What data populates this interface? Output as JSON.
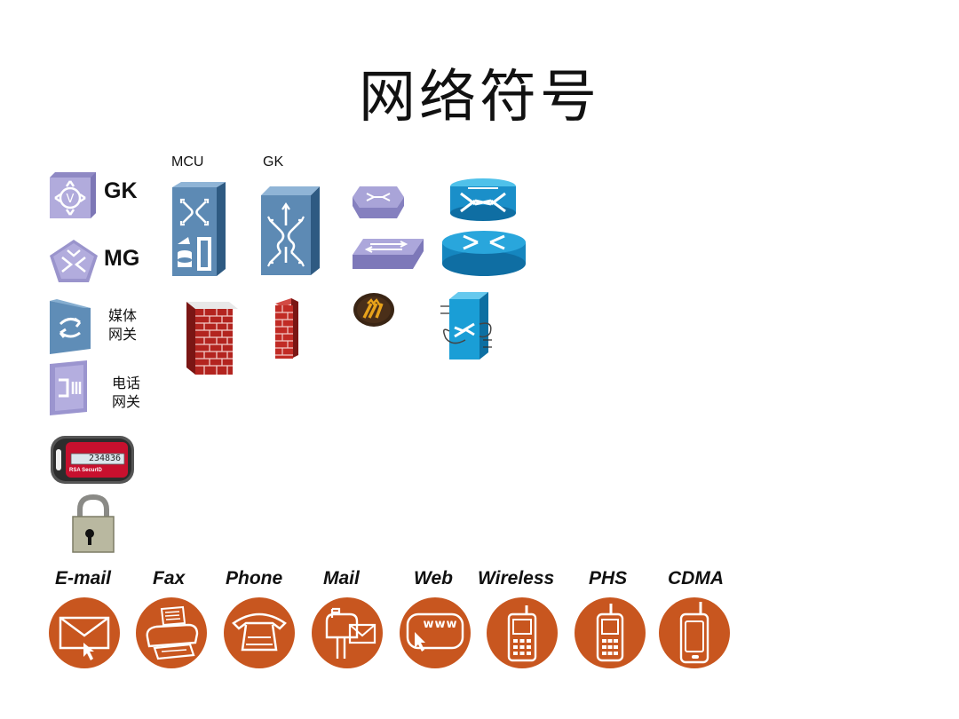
{
  "title": "网络符号",
  "labels": {
    "mcu": "MCU",
    "gk_top": "GK",
    "gk": "GK",
    "mg": "MG",
    "media_gateway": [
      "媒体",
      "网关"
    ],
    "phone_gateway": [
      "电话",
      "网关"
    ]
  },
  "token_display": "234836",
  "token_brand": "RSA SecurID",
  "services": [
    {
      "label": "E-mail",
      "icon": "envelope-icon"
    },
    {
      "label": "Fax",
      "icon": "fax-icon"
    },
    {
      "label": "Phone",
      "icon": "telephone-icon"
    },
    {
      "label": "Mail",
      "icon": "mailbox-icon"
    },
    {
      "label": "Web",
      "icon": "web-icon"
    },
    {
      "label": "Wireless",
      "icon": "wireless-phone-icon"
    },
    {
      "label": "PHS",
      "icon": "phs-phone-icon"
    },
    {
      "label": "CDMA",
      "icon": "cdma-phone-icon"
    }
  ],
  "web_text": "www",
  "colors": {
    "service_circle": "#c8561f",
    "lavender": "#a9a3d6",
    "blue_device": "#5e86ad",
    "cyan_device": "#1a9ed6",
    "brick": "#b3241f"
  }
}
